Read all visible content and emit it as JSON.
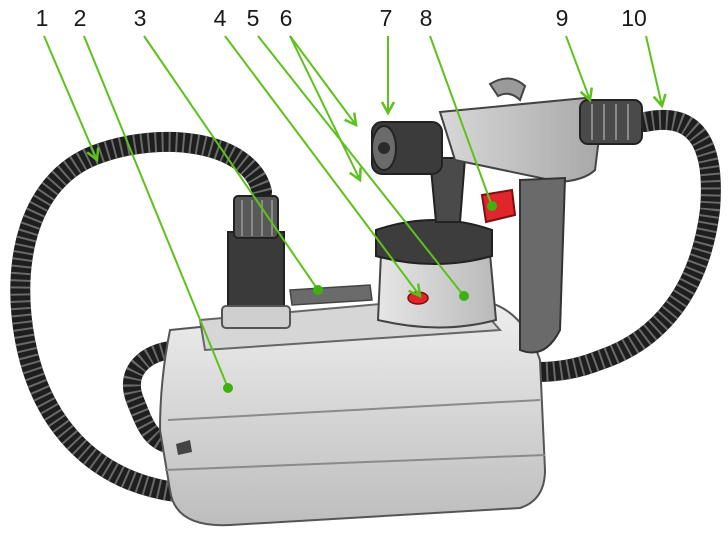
{
  "colors": {
    "leader": "#5cc21b",
    "dot": "#3fb10f",
    "body_light": "#e4e4e4",
    "body_mid": "#c9c9c9",
    "body_dark": "#9a9a9a",
    "hose": "#2b2b2b",
    "trigger": "#e0262b",
    "tank": "#4a4a4a"
  },
  "callouts": [
    {
      "number": "1",
      "part": "hose"
    },
    {
      "number": "2",
      "part": "base-unit"
    },
    {
      "number": "3",
      "part": "top-recess"
    },
    {
      "number": "4",
      "part": "container-release"
    },
    {
      "number": "5",
      "part": "paint-container"
    },
    {
      "number": "6",
      "part": "nozzle-adjuster"
    },
    {
      "number": "7",
      "part": "air-cap"
    },
    {
      "number": "8",
      "part": "trigger"
    },
    {
      "number": "9",
      "part": "flow-control-knob"
    },
    {
      "number": "10",
      "part": "hose-connector"
    }
  ]
}
